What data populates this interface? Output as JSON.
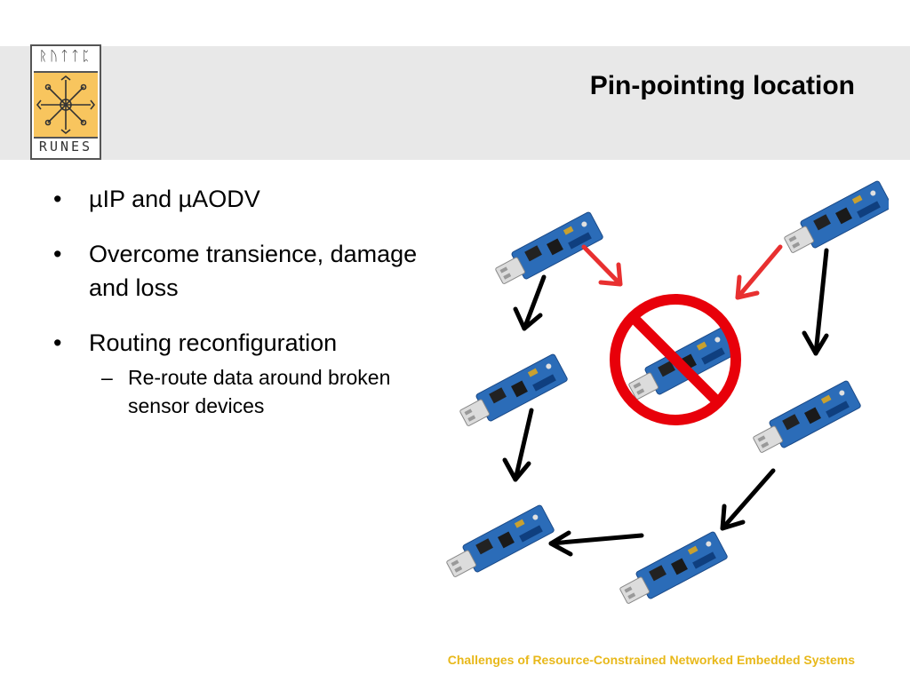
{
  "logo": {
    "top_runes": "ᚱᚢᛏᛏᛈ",
    "bottom_text": "RUNES"
  },
  "title": "Pin-pointing location",
  "bullets": [
    {
      "text": "µIP and µAODV"
    },
    {
      "text": "Overcome transience, damage and loss"
    },
    {
      "text": "Routing reconfiguration",
      "sub": [
        "Re-route data around broken sensor devices"
      ]
    }
  ],
  "bullet_glyph": "•",
  "sub_glyph": "–",
  "footer": "Challenges of Resource-Constrained Networked Embedded Systems",
  "colors": {
    "header_band": "#e8e8e8",
    "logo_emblem": "#f8c55e",
    "footer_text": "#e8b81a",
    "arrow_failed": "#e83030",
    "arrow_route": "#000000",
    "prohibition": "#e8000a",
    "sensor_board": "#2b6cb8"
  }
}
